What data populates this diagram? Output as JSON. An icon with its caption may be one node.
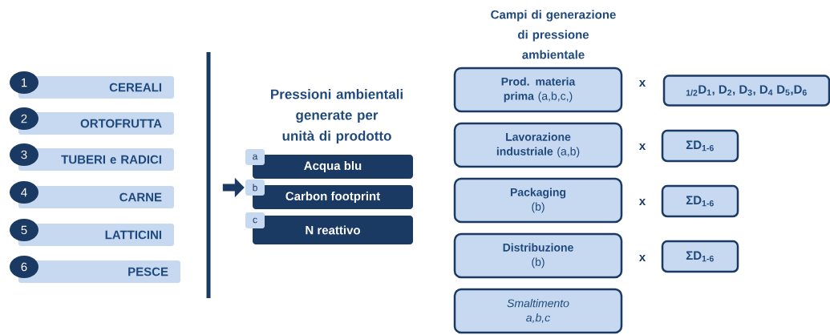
{
  "diagram": {
    "nodes": [
      {
        "text": [
          "1"
        ]
      },
      {
        "text": [
          "CEREALI"
        ]
      },
      {
        "text": [
          "2"
        ]
      },
      {
        "text": [
          "ORTOFRUTTA"
        ]
      },
      {
        "text": [
          "3"
        ]
      },
      {
        "text": [
          "TUBERI e RADICI"
        ]
      },
      {
        "text": [
          "4"
        ]
      },
      {
        "text": [
          "CARNE"
        ]
      },
      {
        "text": [
          "5"
        ]
      },
      {
        "text": [
          "LATTICINI"
        ]
      },
      {
        "text": [
          "6"
        ]
      },
      {
        "text": [
          "PESCE"
        ]
      },
      {
        "text": [
          "a"
        ]
      },
      {
        "text": [
          "Acqua blu"
        ]
      },
      {
        "text": [
          "b"
        ]
      },
      {
        "text": [
          "Carbon footprint"
        ]
      },
      {
        "text": [
          "c"
        ]
      },
      {
        "text": [
          "N reattivo"
        ]
      },
      {
        "text": [
          "**Prod. materia prima** (a,b,c,)"
        ]
      },
      {
        "text": [
          "$_{1/2}$D$_{1}$, D$_{2}$, D$_{3}$, D$_{4}$ D$_{5}$,D$_{6}$"
        ]
      },
      {
        "text": [
          "**Lavorazione industriale** (a,b)"
        ]
      },
      {
        "text": [
          "ΣD$_{1-6}$"
        ]
      },
      {
        "text": [
          "**Packaging** (b)"
        ]
      },
      {
        "text": [
          "ΣD$_{1-6}$"
        ]
      },
      {
        "text": [
          "**Distribuzione** (b)"
        ]
      },
      {
        "text": [
          "ΣD$_{1-6}$"
        ]
      },
      {
        "text": [
          "Smaltimento a,b,c"
        ]
      }
    ],
    "edges": [
      {
        "from": null,
        "to": 14,
        "arrow": "to"
      }
    ],
    "labels": [
      "Campi di generazione di pressione ambientale",
      "Pressioni ambientali generate per unità di prodotto",
      "x",
      "x",
      "x",
      "x"
    ]
  }
}
